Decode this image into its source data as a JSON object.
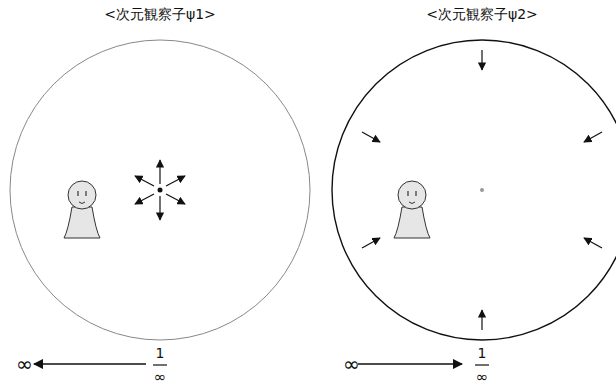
{
  "diagram": {
    "nodes": [
      {
        "text": [
          "<次元観察子ψ1>"
        ]
      },
      {
        "text": [
          "<次元観察子ψ2>"
        ]
      }
    ],
    "labels": [
      "∞",
      "1",
      "∞",
      "∞",
      "1",
      "∞"
    ]
  }
}
